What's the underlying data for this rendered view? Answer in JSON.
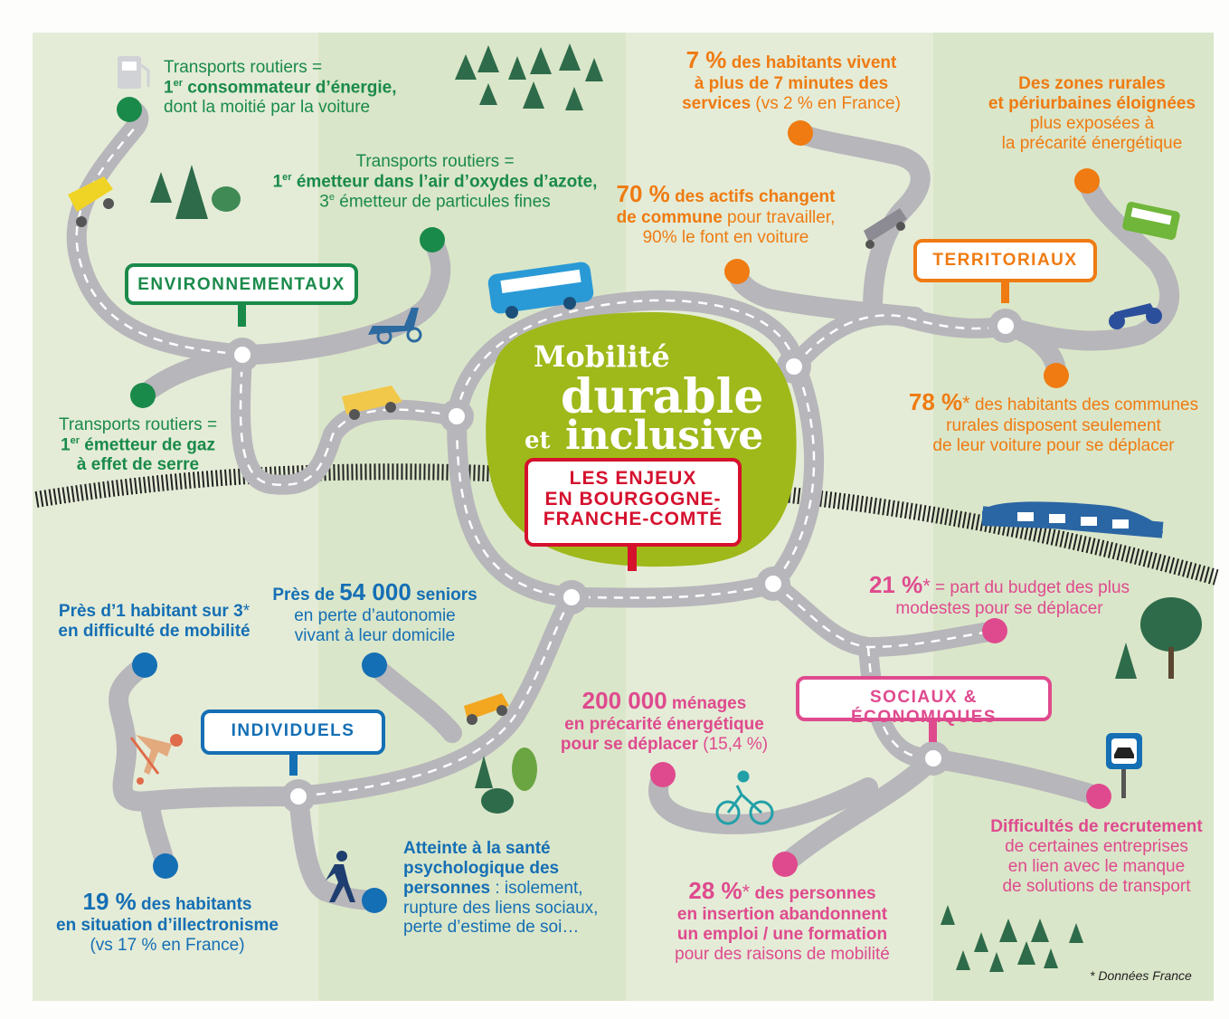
{
  "title": {
    "line1": "Mobilité",
    "line2": "durable",
    "line3_et": "et",
    "line3": "inclusive",
    "subtitle": [
      "LES ENJEUX",
      "EN BOURGOGNE-",
      "FRANCHE-COMTÉ"
    ]
  },
  "categories": {
    "environmental": "ENVIRONNEMENTAUX",
    "territorial": "TERRITORIAUX",
    "individual": "INDIVIDUELS",
    "social": "SOCIAUX & ÉCONOMIQUES"
  },
  "colors": {
    "environmental": "#1a8a4a",
    "territorial": "#ef7b12",
    "individual": "#156fb4",
    "social": "#df4a8e",
    "title_red": "#d5112e",
    "center_blob": "#9fb81a",
    "road": "#b7b6bb"
  },
  "environmental": {
    "f1": {
      "l1": "Transports routiers =",
      "l2_rank": "1",
      "l2_sup": "er",
      "l2_rest": " consommateur d’énergie,",
      "l3": "dont la moitié par la voiture"
    },
    "f2": {
      "l1": "Transports routiers =",
      "l2_rank": "1",
      "l2_sup": "er",
      "l2_rest": " émetteur dans l’air d’oxydes d’azote,",
      "l3_rank": "3",
      "l3_sup": "e",
      "l3_rest": " émetteur de particules fines"
    },
    "f3": {
      "l1": "Transports routiers =",
      "l2_rank": "1",
      "l2_sup": "er",
      "l2_rest": " émetteur de gaz",
      "l3": "à effet de serre"
    }
  },
  "territorial": {
    "f1": {
      "pct": "7 %",
      "l1": " des habitants vivent",
      "l2": "à plus de 7 minutes des",
      "l3_bold": "services",
      "l3_rest": " (vs 2 % en France)"
    },
    "f2": {
      "l1": "Des zones rurales",
      "l2": "et périurbaines éloignées",
      "l3": "plus exposées à",
      "l4": "la précarité énergétique"
    },
    "f3": {
      "pct": "70 %",
      "l1": " des actifs changent",
      "l2_bold": "de commune",
      "l2_rest": " pour travailler,",
      "l3": "90% le font en voiture"
    },
    "f4": {
      "pct": "78 %",
      "star": "*",
      "l1": " des habitants des communes",
      "l2": "rurales disposent seulement",
      "l3": "de leur voiture pour se déplacer"
    }
  },
  "individual": {
    "f1": {
      "l1": "Près d’1 habitant sur 3",
      "star": "*",
      "l2": "en difficulté de mobilité"
    },
    "f2": {
      "pre": "Près de ",
      "num": "54 000",
      "post": " seniors",
      "l2": "en perte d’autonomie",
      "l3": "vivant à leur domicile"
    },
    "f3": {
      "pct": "19 %",
      "l1": " des habitants",
      "l2": "en situation d’illectronisme",
      "l3": "(vs 17 % en France)"
    },
    "f4": {
      "l1": "Atteinte à la santé",
      "l2": "psychologique des",
      "l3_bold": "personnes",
      "l3_rest": " : isolement,",
      "l4": "rupture des liens sociaux,",
      "l5": "perte d’estime de soi…"
    }
  },
  "social": {
    "f1": {
      "pct": "21 %",
      "star": "*",
      "l1": " = part du budget des plus",
      "l2": "modestes pour se déplacer"
    },
    "f2": {
      "num": "200 000",
      "l1": " ménages",
      "l2": "en précarité énergétique",
      "l3_bold": "pour se déplacer",
      "l3_rest": " (15,4 %)"
    },
    "f3": {
      "pct": "28 %",
      "star": "*",
      "l1": " des personnes",
      "l2": "en insertion abandonnent",
      "l3": "un emploi / une formation",
      "l4": "pour des raisons de mobilité"
    },
    "f4": {
      "l1": "Difficultés de recrutement",
      "l2": "de certaines entreprises",
      "l3": "en lien avec le manque",
      "l4": "de solutions de transport"
    }
  },
  "footnote": {
    "star": "*",
    "text": "Données France"
  },
  "icons": [
    "fuel-pump-icon",
    "car-icon",
    "scooter-icon",
    "bus-icon",
    "van-icon",
    "motorcycle-icon",
    "train-icon",
    "skater-icon",
    "walker-icon",
    "bicycle-icon",
    "parking-car-sign-icon",
    "tree-icon"
  ]
}
